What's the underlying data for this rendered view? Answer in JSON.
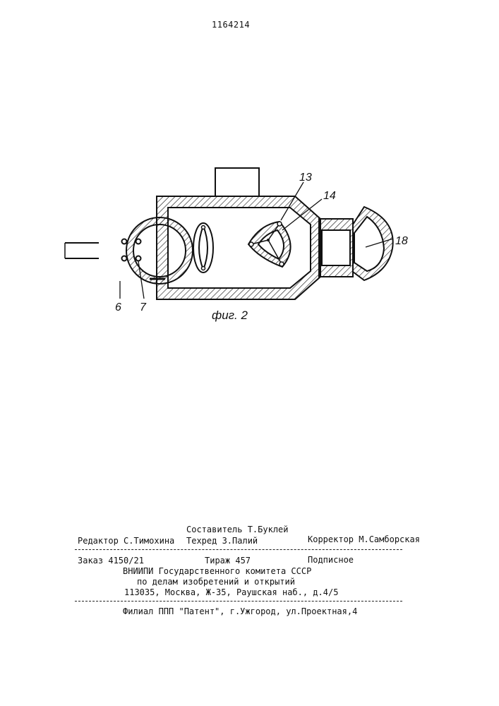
{
  "patent_number": "1164214",
  "figure": {
    "caption": "фиг. 2",
    "labels": {
      "l13": "13",
      "l14": "14",
      "l18": "18",
      "l6": "6",
      "l7": "7"
    }
  },
  "colophon": {
    "compiler": "Составитель Т.Буклей",
    "editor": "Редактор С.Тимохина",
    "techred": "Техред З.Палий",
    "corrector": "Корректор М.Самборская",
    "order": "Заказ 4150/21",
    "circulation": "Тираж 457",
    "subscription": "Подписное",
    "org_line1": "ВНИИПИ Государственного комитета СССР",
    "org_line2": "по делам изобретений и открытий",
    "address": "113035, Москва, Ж-35, Раушская наб., д.4/5",
    "branch": "Филиал ППП \"Патент\", г.Ужгород, ул.Проектная,4"
  },
  "colors": {
    "ink": "#111111",
    "paper": "#ffffff"
  }
}
